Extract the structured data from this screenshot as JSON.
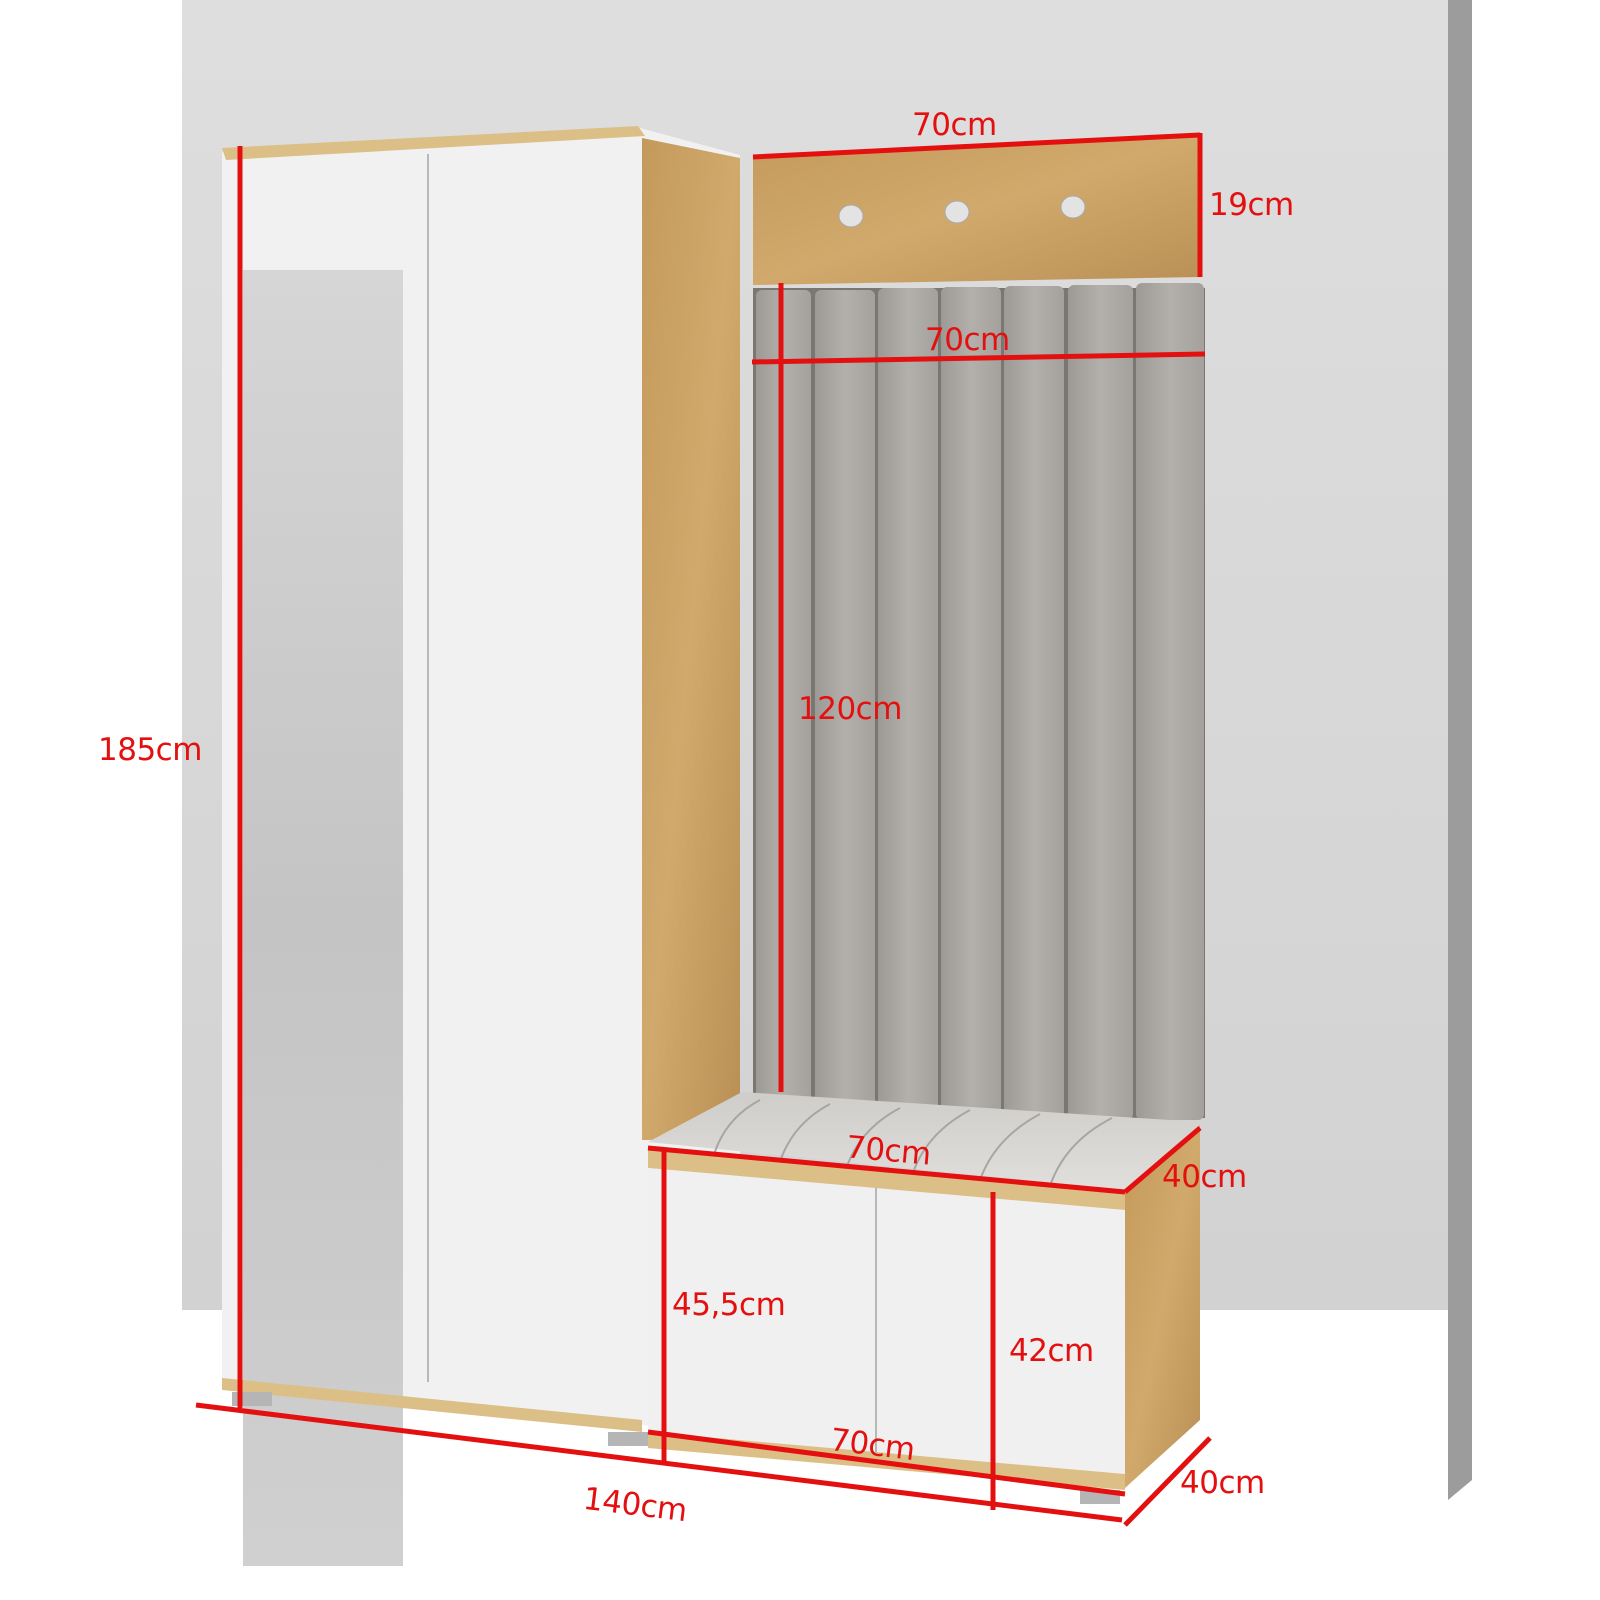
{
  "scene": {
    "description": "Hallway furniture set with wardrobe, upholstered wall panel, coat rack and shoe bench with dimensions",
    "colors": {
      "wall": "#d8d8d8",
      "wall_edge": "#9c9c9c",
      "background": "#ffffff",
      "white_front": "#f2f2f2",
      "oak": "#c9a46a",
      "oak_light": "#dcbf86",
      "upholstery": "#a9a6a2",
      "upholstery_light": "#cfcdca",
      "dimension_red": "#e41010"
    }
  },
  "dimensions": {
    "wardrobe_height": "185cm",
    "total_width": "140cm",
    "coat_rack_width": "70cm",
    "coat_rack_height": "19cm",
    "panel_width": "70cm",
    "panel_height": "120cm",
    "bench_top_width": "70cm",
    "bench_top_depth": "40cm",
    "bench_height_front": "45,5cm",
    "bench_height_side": "42cm",
    "bench_base_width": "70cm",
    "bench_base_depth": "40cm"
  },
  "coat_hooks": 3,
  "panel_strips": 7,
  "seat_strips": 7
}
